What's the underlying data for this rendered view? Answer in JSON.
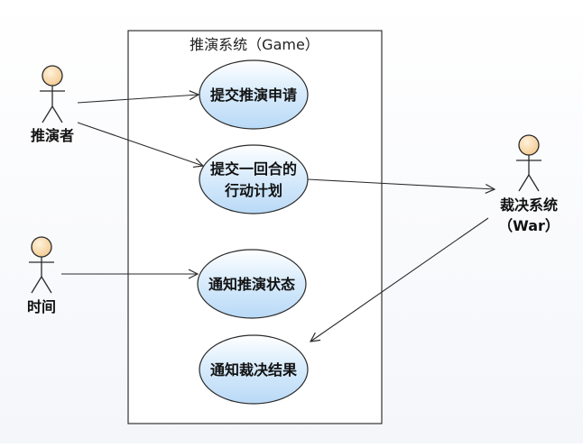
{
  "system": {
    "title": "推演系统（Game）"
  },
  "actors": [
    {
      "id": "director",
      "label_lines": [
        "推演者"
      ]
    },
    {
      "id": "time",
      "label_lines": [
        "时间"
      ]
    },
    {
      "id": "war",
      "label_lines": [
        "裁决系统",
        "（War）"
      ]
    }
  ],
  "use_cases": [
    {
      "id": "submit_request",
      "label_lines": [
        "提交推演申请"
      ]
    },
    {
      "id": "submit_plan",
      "label_lines": [
        "提交一回合的",
        "行动计划"
      ]
    },
    {
      "id": "notify_state",
      "label_lines": [
        "通知推演状态"
      ]
    },
    {
      "id": "notify_result",
      "label_lines": [
        "通知裁决结果"
      ]
    }
  ],
  "associations": [
    {
      "from": "director",
      "to": "submit_request"
    },
    {
      "from": "director",
      "to": "submit_plan"
    },
    {
      "from": "submit_plan",
      "to": "war"
    },
    {
      "from": "time",
      "to": "notify_state"
    },
    {
      "from": "war",
      "to": "notify_result"
    }
  ],
  "colors": {
    "actor_head": "#f9dcb0",
    "use_case_fill": "#cfe6fb",
    "line": "#2a2a2a"
  }
}
